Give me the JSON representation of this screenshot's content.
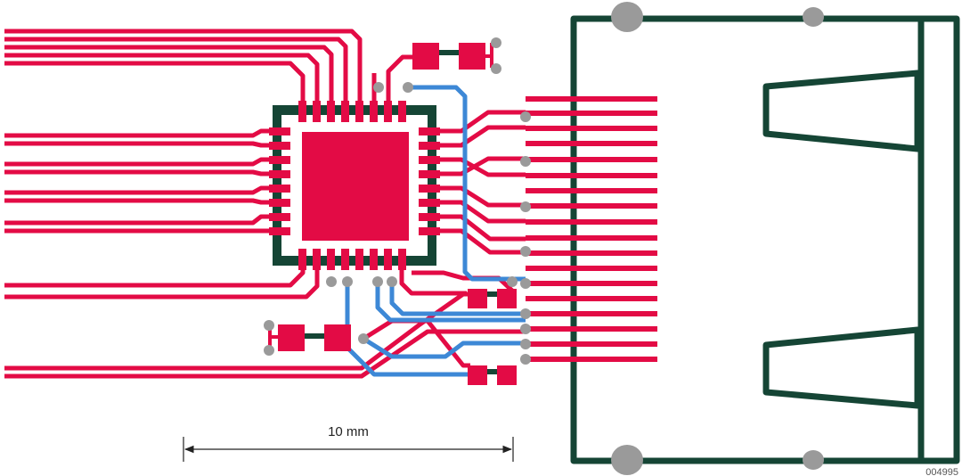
{
  "diagram": {
    "scale_bar": {
      "label": "10 mm"
    },
    "ref_code": "004995",
    "colors": {
      "trace_red": "#e30b45",
      "trace_blue": "#3d88d6",
      "outline_green": "#154535",
      "via_gray": "#9a9a9a",
      "arrow": "#222222"
    },
    "components": [
      "qfn-ic",
      "connector-housing",
      "capacitor-top",
      "capacitor-left",
      "capacitor-mid",
      "capacitor-bottom"
    ]
  }
}
